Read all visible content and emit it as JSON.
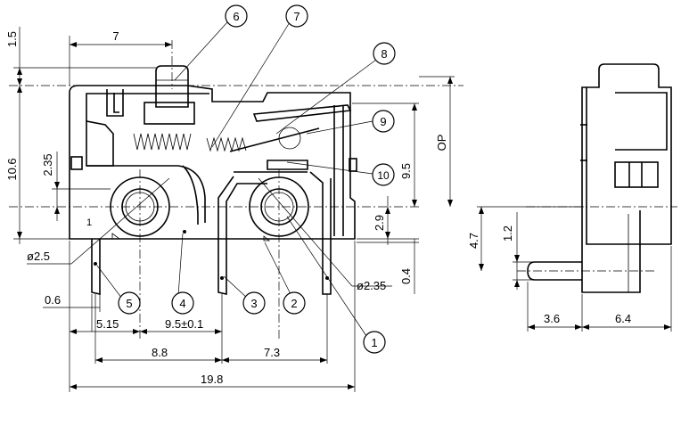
{
  "dimensions": {
    "d_1_5": "1.5",
    "d_7": "7",
    "d_10_6": "10.6",
    "d_2_35_v": "2.35",
    "d_op": "OP",
    "d_9_5": "9.5",
    "d_2_9": "2.9",
    "d_0_4": "0.4",
    "d_phi2_5": "ø2.5",
    "d_phi2_35": "ø2.35",
    "d_0_6": "0.6",
    "d_5_15": "5.15",
    "d_9_5_tol": "9.5±0.1",
    "d_8_8": "8.8",
    "d_7_3": "7.3",
    "d_19_8": "19.8",
    "d_4_7": "4.7",
    "d_1_2": "1.2",
    "d_3_6": "3.6",
    "d_6_4": "6.4",
    "pin_one": "1"
  },
  "callouts": [
    "1",
    "2",
    "3",
    "4",
    "5",
    "6",
    "7",
    "8",
    "9",
    "10"
  ]
}
